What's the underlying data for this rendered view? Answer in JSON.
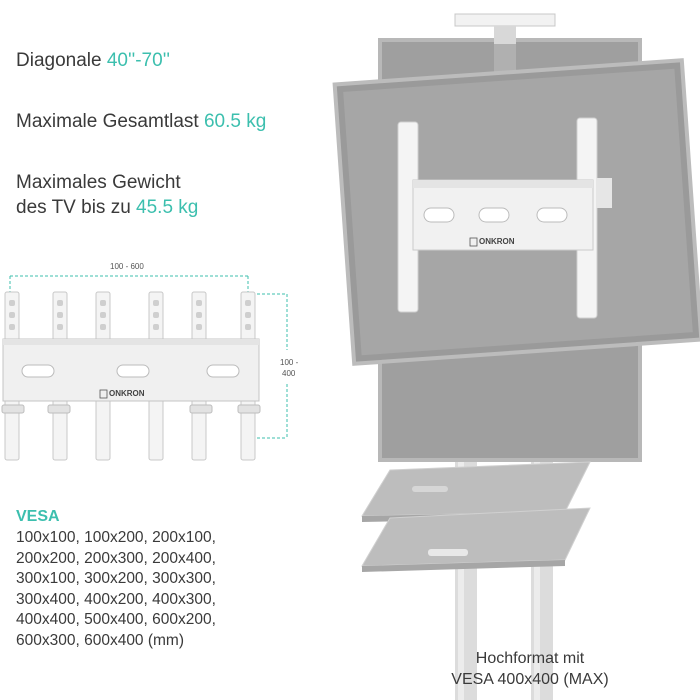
{
  "specs": {
    "diagonal": {
      "label": "Diagonale ",
      "value": "40''-70''"
    },
    "max_load": {
      "label": "Maximale Gesamtlast ",
      "value": "60.5 kg"
    },
    "tv_weight": {
      "label_line1": "Maximales Gewicht",
      "label_line2": "des TV bis zu ",
      "value": "45.5 kg"
    }
  },
  "bracket": {
    "brand": "ONKRON",
    "width_range": "100 - 600",
    "height_range_line1": "100 -",
    "height_range_line2": "400"
  },
  "mount": {
    "brand": "ONKRON"
  },
  "vesa": {
    "title": "VESA",
    "lines": [
      "100x100, 100x200, 200x100,",
      "200x200, 200x300, 200x400,",
      "300x100, 300x200, 300x300,",
      "300x400, 400x200, 400x300,",
      "400x400, 500x400, 600x200,",
      "600x300, 600x400 (mm)"
    ]
  },
  "caption": {
    "line1": "Hochformat mit",
    "line2": "VESA 400x400 (MAX)"
  },
  "colors": {
    "accent": "#3cbfae",
    "text": "#3a3a3a",
    "frame": "#9a9a9a",
    "screen": "#a8a8a8"
  }
}
